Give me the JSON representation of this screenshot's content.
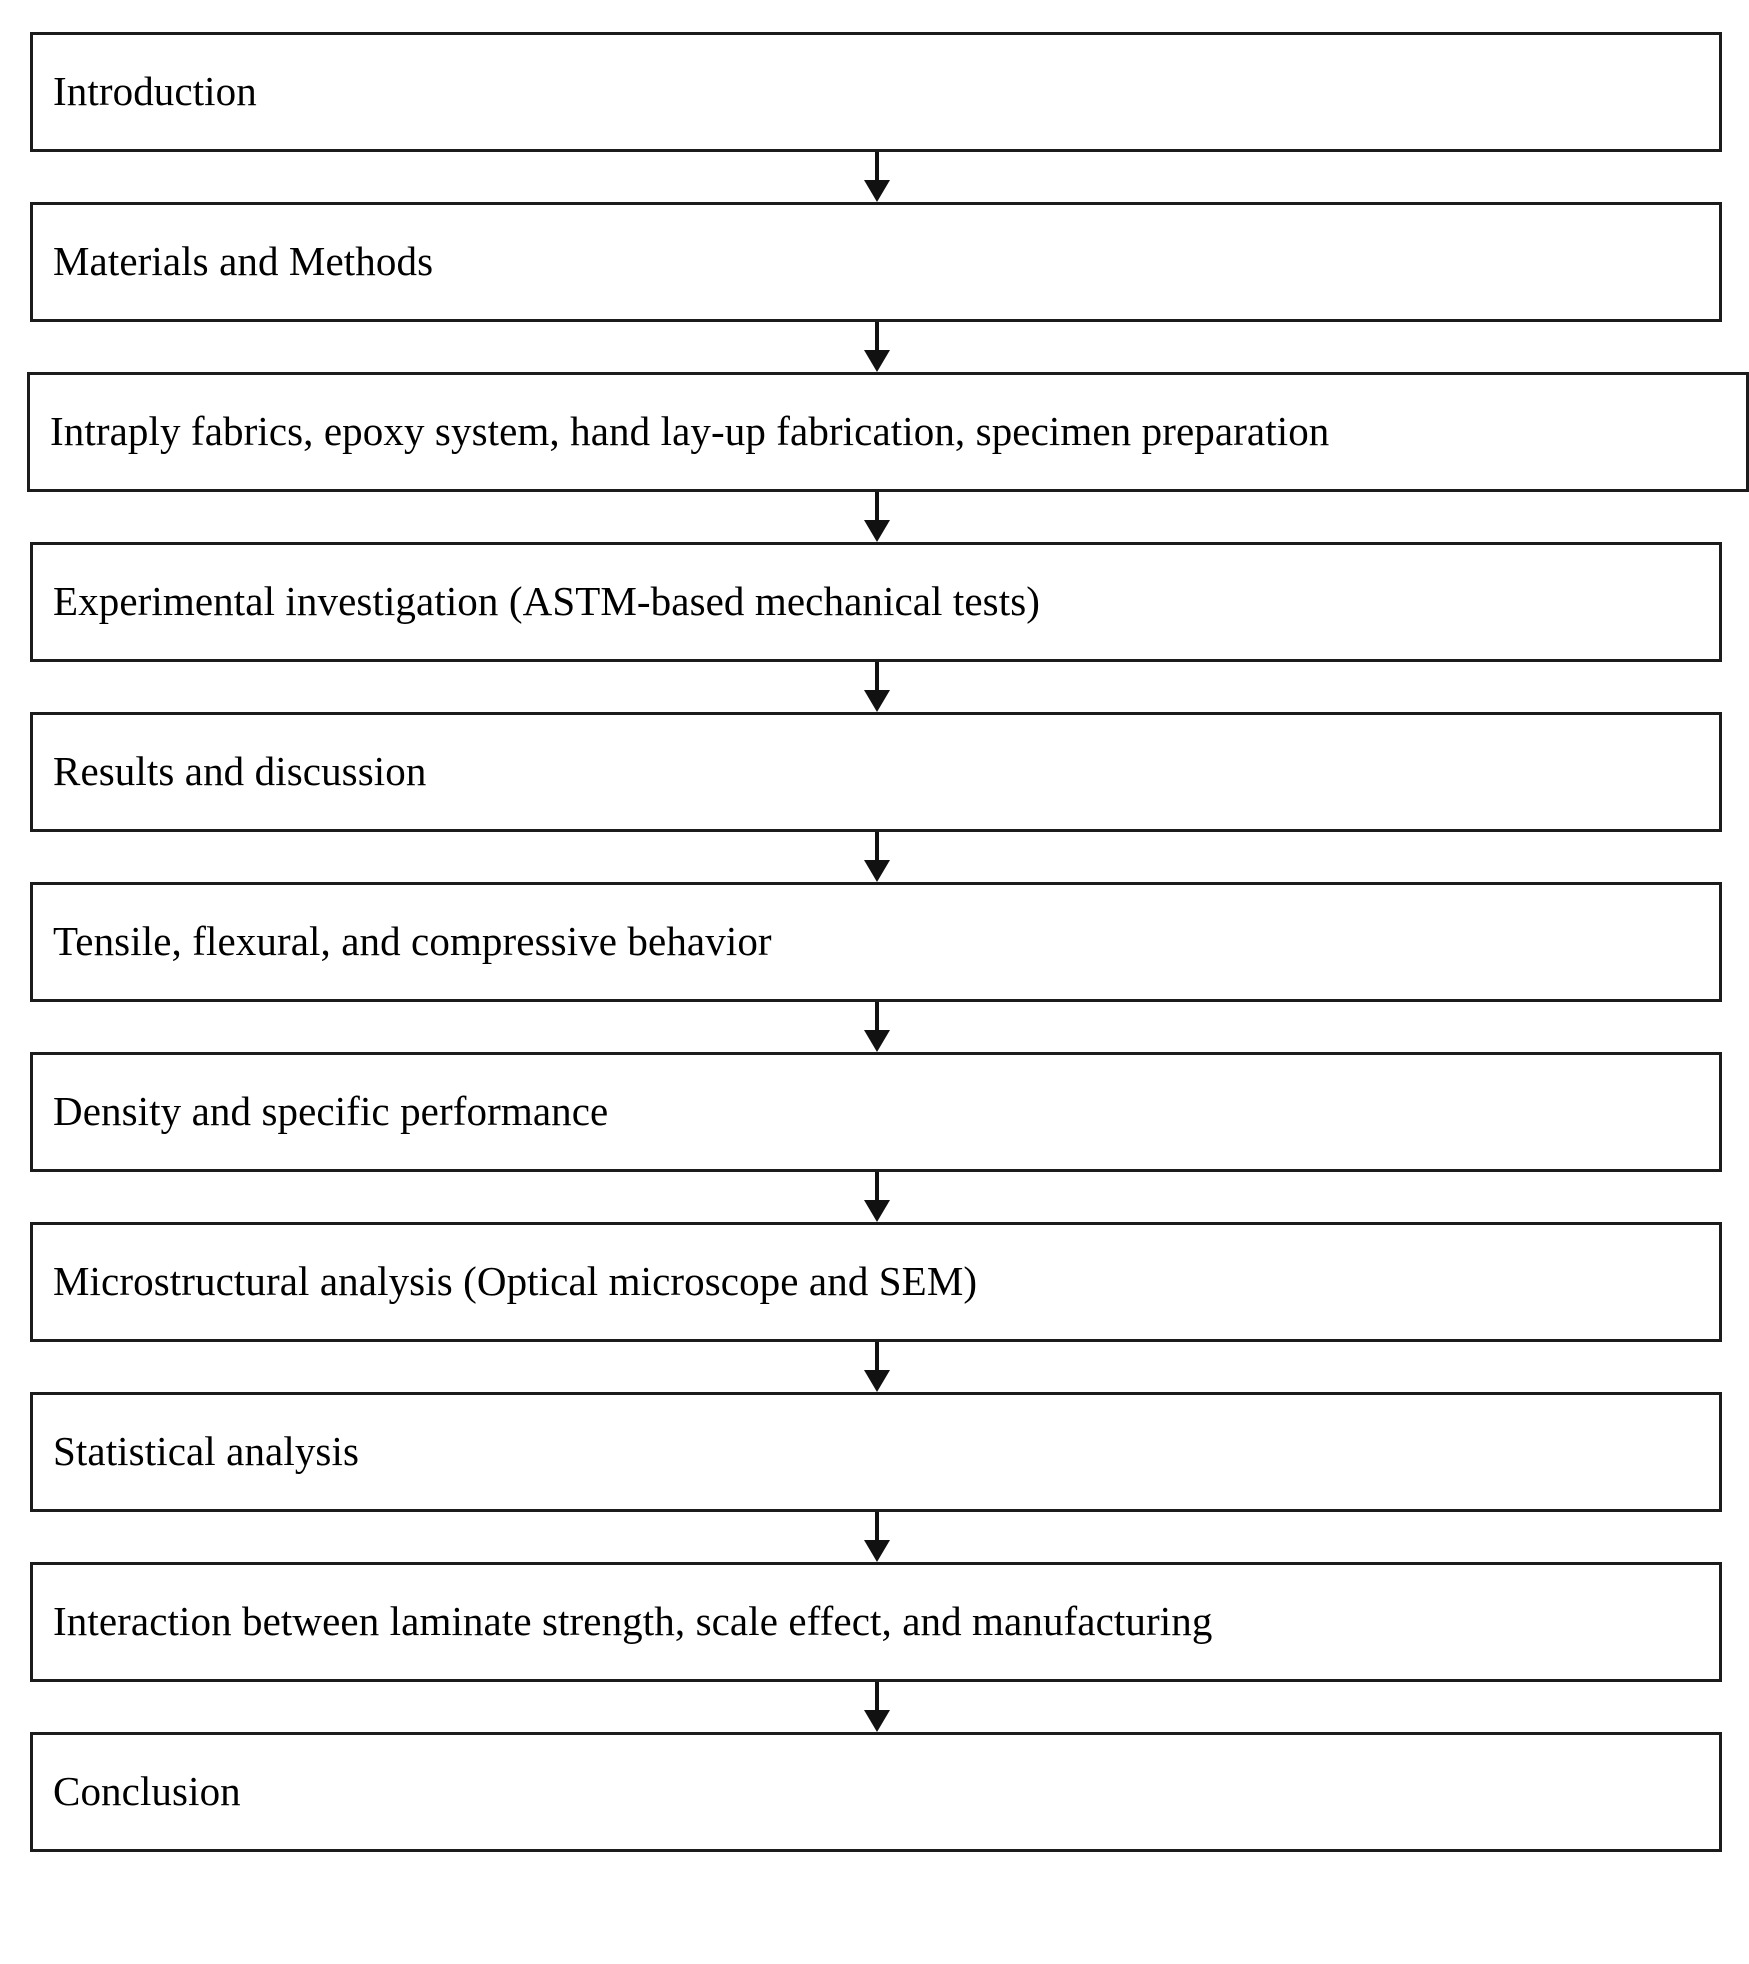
{
  "diagram": {
    "title": "Research methodology flowchart",
    "orientation": "top-to-bottom",
    "node_shape": "rectangle",
    "border_color": "#1c1c1c",
    "fill_color": "#ffffff",
    "text_color": "#000000",
    "arrow_color": "#111111",
    "nodes": [
      {
        "id": "introduction",
        "label": "Introduction"
      },
      {
        "id": "materials-methods",
        "label": "Materials and Methods"
      },
      {
        "id": "fabrics-epoxy",
        "label": "Intraply fabrics, epoxy system, hand lay-up fabrication, specimen preparation"
      },
      {
        "id": "experimental",
        "label": "Experimental investigation (ASTM-based mechanical tests)"
      },
      {
        "id": "results-discussion",
        "label": "Results and discussion"
      },
      {
        "id": "mechanical-behavior",
        "label": "Tensile, flexural, and compressive behavior"
      },
      {
        "id": "density-specific",
        "label": "Density and specific performance"
      },
      {
        "id": "microstructural",
        "label": "Microstructural analysis (Optical microscope and SEM)"
      },
      {
        "id": "statistical",
        "label": "Statistical analysis"
      },
      {
        "id": "interaction",
        "label": "Interaction between laminate strength, scale effect, and manufacturing"
      },
      {
        "id": "conclusion",
        "label": "Conclusion"
      }
    ],
    "edges": [
      {
        "from": "introduction",
        "to": "materials-methods"
      },
      {
        "from": "materials-methods",
        "to": "fabrics-epoxy"
      },
      {
        "from": "fabrics-epoxy",
        "to": "experimental"
      },
      {
        "from": "experimental",
        "to": "results-discussion"
      },
      {
        "from": "results-discussion",
        "to": "mechanical-behavior"
      },
      {
        "from": "mechanical-behavior",
        "to": "density-specific"
      },
      {
        "from": "density-specific",
        "to": "microstructural"
      },
      {
        "from": "microstructural",
        "to": "statistical"
      },
      {
        "from": "statistical",
        "to": "interaction"
      },
      {
        "from": "interaction",
        "to": "conclusion"
      }
    ]
  }
}
